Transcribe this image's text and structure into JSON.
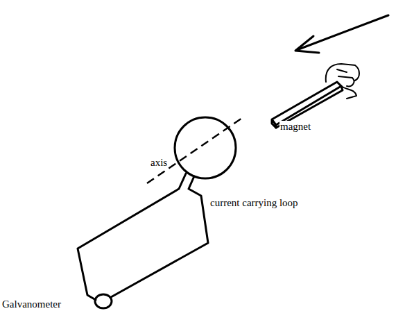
{
  "diagram": {
    "labels": [
      "magnet",
      "axis",
      "current carrying loop",
      "Galvanometer"
    ]
  }
}
